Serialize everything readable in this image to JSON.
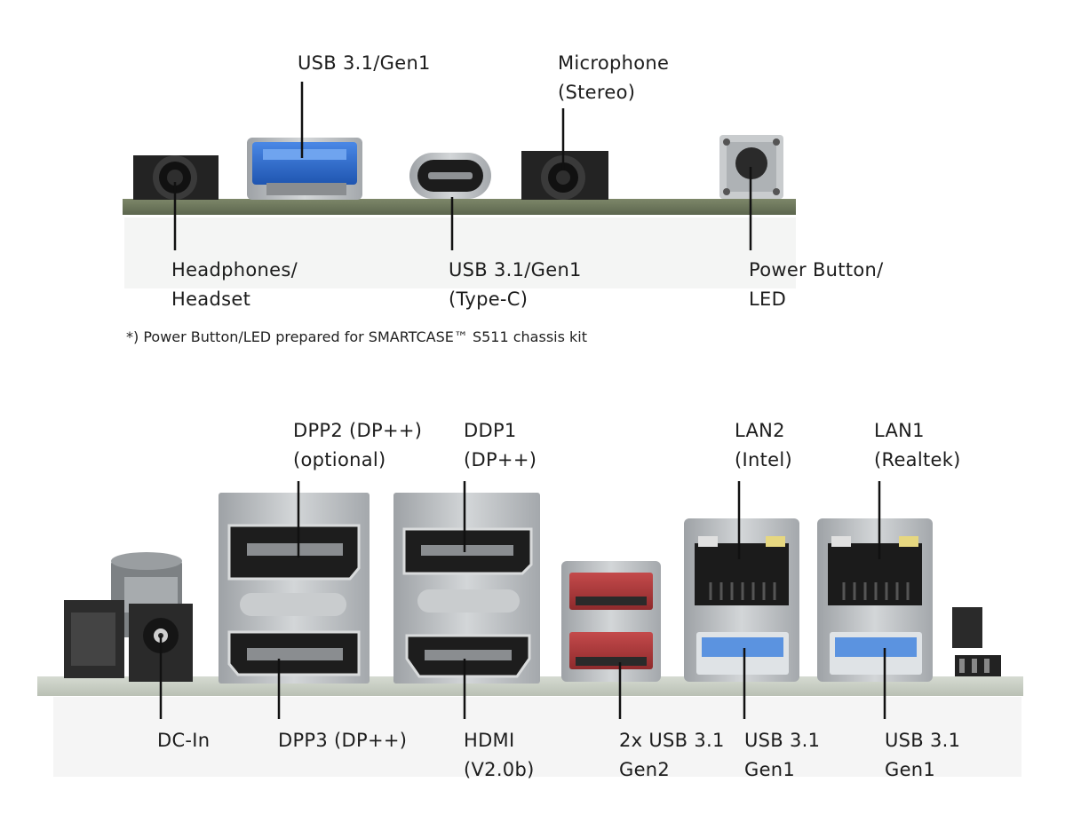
{
  "top_labels": {
    "usb_a_top": "USB 3.1/Gen1",
    "microphone_line1": "Microphone",
    "microphone_line2": "(Stereo)",
    "headphones_line1": "Headphones/",
    "headphones_line2": "Headset",
    "usb_c_line1": "USB 3.1/Gen1",
    "usb_c_line2": "(Type-C)",
    "power_line1": "Power Button/",
    "power_line2": "LED"
  },
  "footnote": "*) Power Button/LED prepared for SMARTCASE™ S511 chassis kit",
  "bottom_labels": {
    "dpp2_line1": "DPP2 (DP++)",
    "dpp2_line2": "(optional)",
    "ddp1_line1": "DDP1",
    "ddp1_line2": "(DP++)",
    "lan2_line1": "LAN2",
    "lan2_line2": "(Intel)",
    "lan1_line1": "LAN1",
    "lan1_line2": "(Realtek)",
    "dcin": "DC-In",
    "dpp3": "DPP3 (DP++)",
    "hdmi_line1": "HDMI",
    "hdmi_line2": "(V2.0b)",
    "usb_gen2_line1": "2x USB 3.1",
    "usb_gen2_line2": "Gen2",
    "usb_lan2_line1": "USB 3.1",
    "usb_lan2_line2": "Gen1",
    "usb_lan1_line1": "USB 3.1",
    "usb_lan1_line2": "Gen1"
  },
  "colors": {
    "pcb": "#6f7a5f",
    "metal": "#b9bcbf",
    "usb_blue": "#2e6fd6",
    "usb_red": "#b5393b",
    "jack": "#222222"
  }
}
